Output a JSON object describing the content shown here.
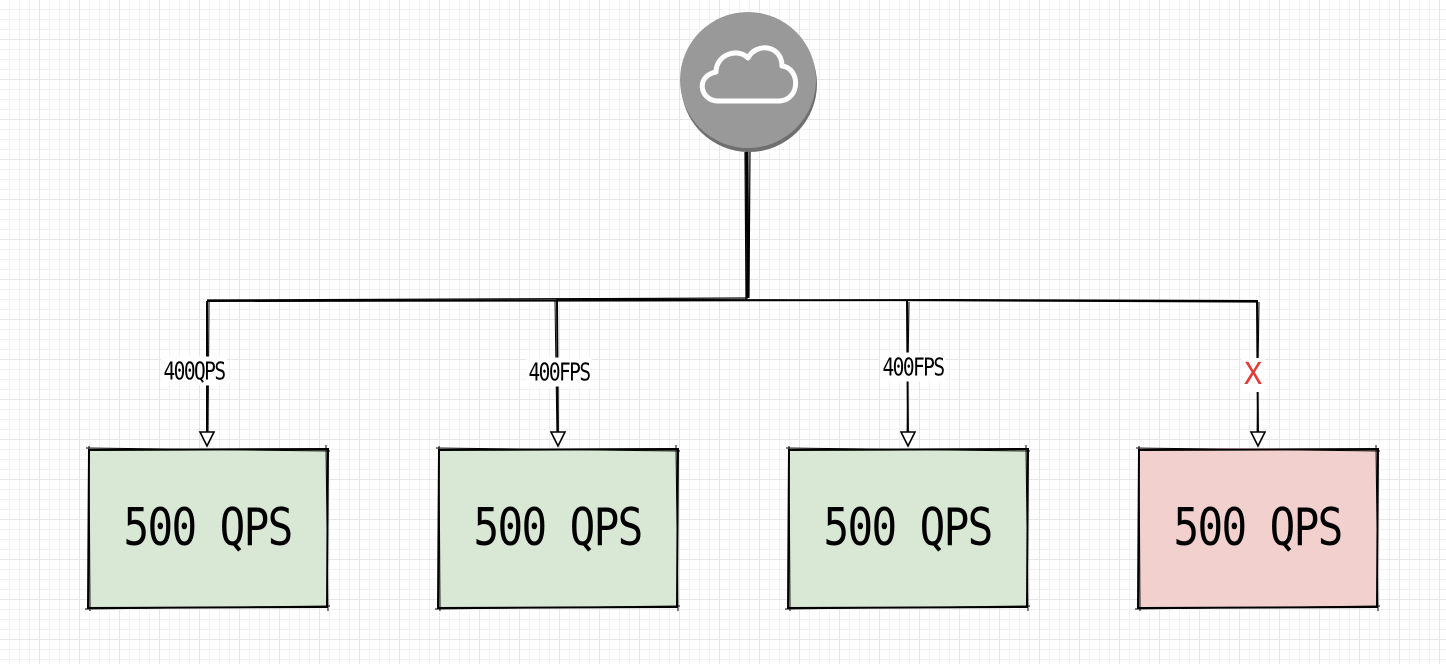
{
  "diagram": {
    "source_icon": "cloud-icon",
    "colors": {
      "ok_fill": "#d9e8d5",
      "fail_fill": "#f2d0cd",
      "cloud_fill": "#999999",
      "cloud_shadow": "#6f6f6f",
      "line": "#000000",
      "fail_mark": "#e53935"
    },
    "edges": [
      {
        "label": "400QPS",
        "status": "ok"
      },
      {
        "label": "400FPS",
        "status": "ok"
      },
      {
        "label": "400FPS",
        "status": "ok"
      },
      {
        "label": "X",
        "status": "fail"
      }
    ],
    "servers": [
      {
        "capacity": "500 QPS",
        "status": "ok"
      },
      {
        "capacity": "500 QPS",
        "status": "ok"
      },
      {
        "capacity": "500 QPS",
        "status": "ok"
      },
      {
        "capacity": "500 QPS",
        "status": "fail"
      }
    ]
  }
}
